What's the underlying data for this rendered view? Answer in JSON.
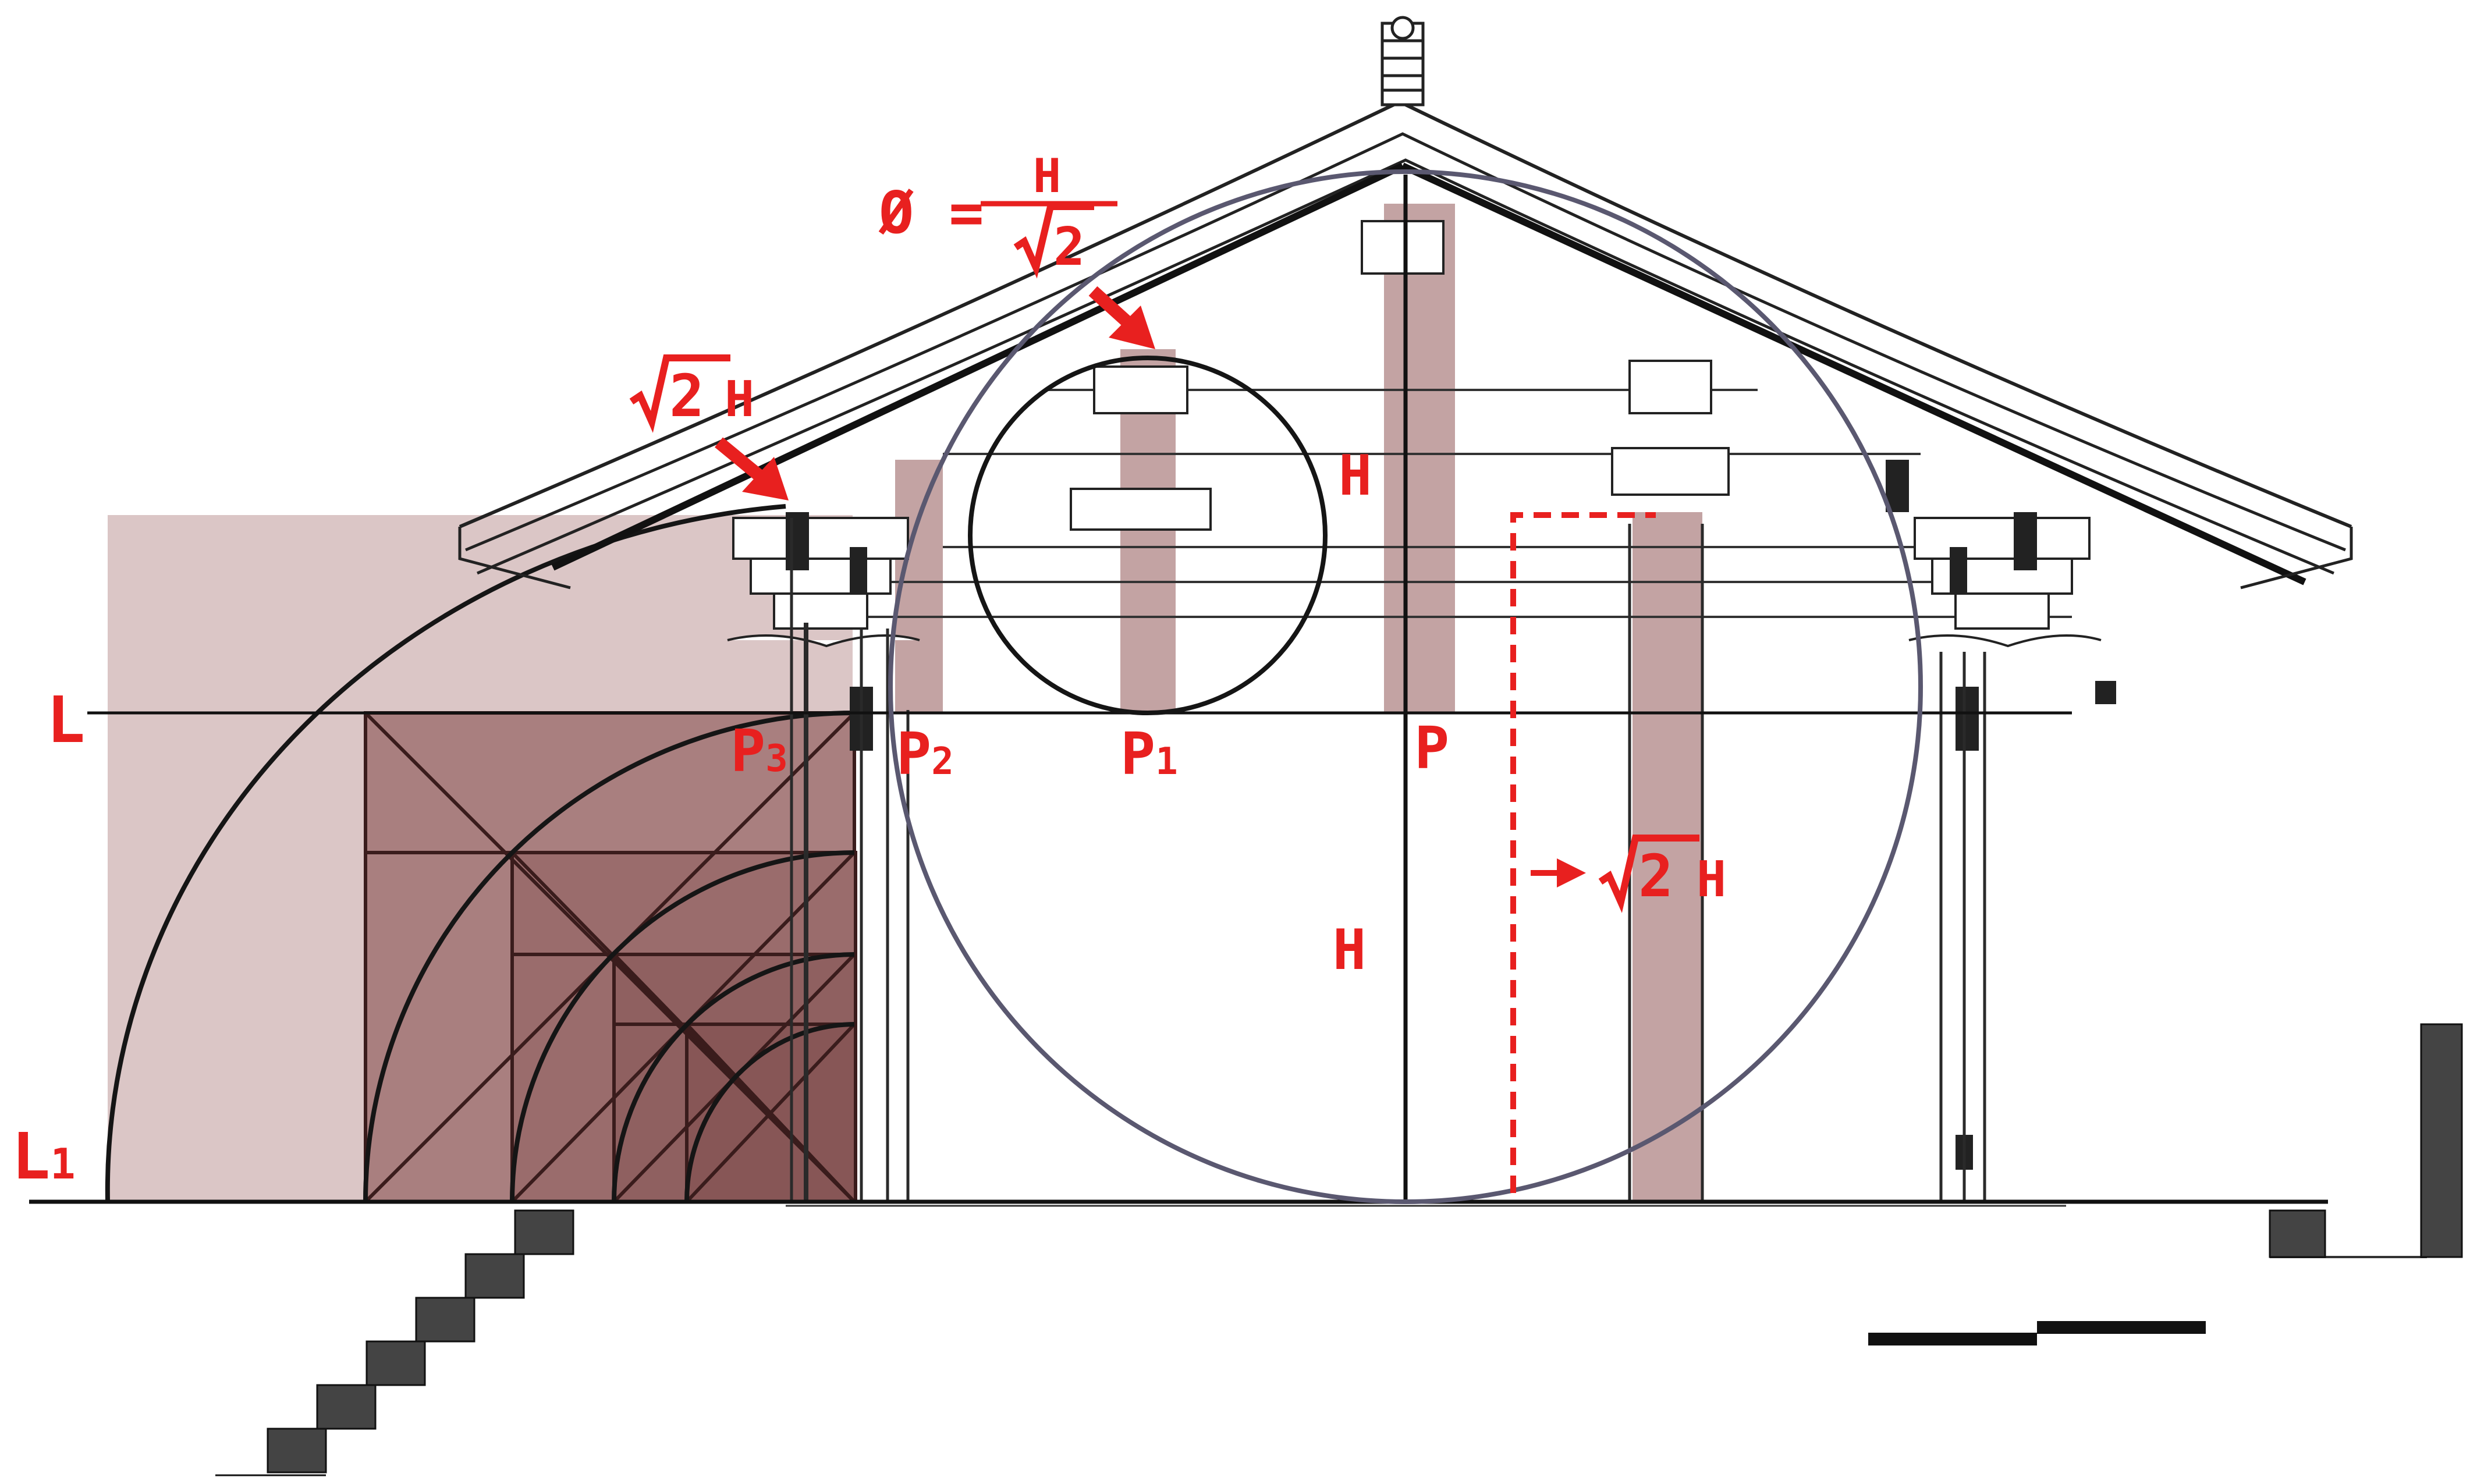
{
  "labels": {
    "L": "L",
    "L1": "L",
    "L1_sub": "1",
    "P": "P",
    "P1": "P",
    "P1_sub": "1",
    "P2": "P",
    "P2_sub": "2",
    "P3": "P",
    "P3_sub": "3",
    "H_upper": "H",
    "H_lower": "H",
    "sqrt2H_left_coef": "2",
    "sqrt2H_left_var": "H",
    "sqrt2H_right_coef": "2",
    "sqrt2H_right_var": "H",
    "formula_lhs": "Ø =",
    "formula_num": "H",
    "formula_den": "2"
  },
  "colors": {
    "annotation": "#e8201f",
    "structure": "#1b1b1b",
    "tint_light": "#d9c3c3",
    "tint_mid": "#a97f7f",
    "tint_dark": "#8a5555",
    "column_tint": "#b99393",
    "circle_big": "#5a5870"
  }
}
